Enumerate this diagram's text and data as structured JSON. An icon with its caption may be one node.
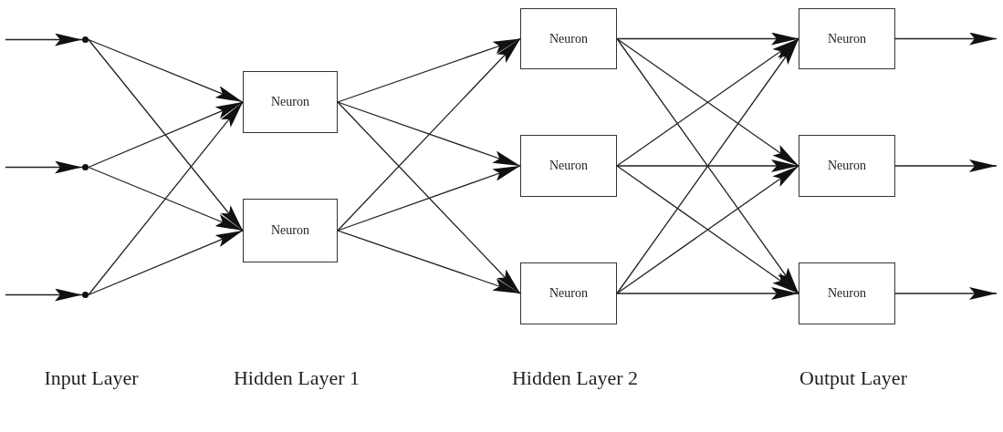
{
  "diagram": {
    "nodes": [
      {
        "text": [],
        "shape": "circle"
      },
      {
        "text": [],
        "shape": "circle"
      },
      {
        "text": [],
        "shape": "circle"
      },
      {
        "text": [
          "Neuron"
        ]
      },
      {
        "text": [
          "Neuron"
        ]
      },
      {
        "text": [
          "Neuron"
        ]
      },
      {
        "text": [
          "Neuron"
        ]
      },
      {
        "text": [
          "Neuron"
        ]
      },
      {
        "text": [
          "Neuron"
        ]
      },
      {
        "text": [
          "Neuron"
        ]
      },
      {
        "text": [
          "Neuron"
        ]
      }
    ],
    "edges": [
      {
        "from": null,
        "to": 0,
        "arrow": "to"
      },
      {
        "from": null,
        "to": 1,
        "arrow": "to"
      },
      {
        "from": null,
        "to": 2,
        "arrow": "to"
      },
      {
        "from": 0,
        "to": 3,
        "arrow": "to"
      },
      {
        "from": 0,
        "to": 4,
        "arrow": "to"
      },
      {
        "from": 1,
        "to": 3,
        "arrow": "to"
      },
      {
        "from": 1,
        "to": 4,
        "arrow": "to"
      },
      {
        "from": 2,
        "to": 3,
        "arrow": "to"
      },
      {
        "from": 2,
        "to": 4,
        "arrow": "to"
      },
      {
        "from": 3,
        "to": 5,
        "arrow": "to"
      },
      {
        "from": 3,
        "to": 6,
        "arrow": "to"
      },
      {
        "from": 3,
        "to": 7,
        "arrow": "to"
      },
      {
        "from": 4,
        "to": 5,
        "arrow": "to"
      },
      {
        "from": 4,
        "to": 6,
        "arrow": "to"
      },
      {
        "from": 4,
        "to": 7,
        "arrow": "to"
      },
      {
        "from": 5,
        "to": 8,
        "arrow": "to"
      },
      {
        "from": 5,
        "to": 9,
        "arrow": "to"
      },
      {
        "from": 5,
        "to": 10,
        "arrow": "to"
      },
      {
        "from": 6,
        "to": 8,
        "arrow": "to"
      },
      {
        "from": 6,
        "to": 9,
        "arrow": "to"
      },
      {
        "from": 6,
        "to": 10,
        "arrow": "to"
      },
      {
        "from": 7,
        "to": 8,
        "arrow": "to"
      },
      {
        "from": 7,
        "to": 9,
        "arrow": "to"
      },
      {
        "from": 7,
        "to": 10,
        "arrow": "to"
      },
      {
        "from": 8,
        "to": null,
        "arrow": "to"
      },
      {
        "from": 9,
        "to": null,
        "arrow": "to"
      },
      {
        "from": 10,
        "to": null,
        "arrow": "to"
      }
    ],
    "labels": [
      "Input Layer",
      "Hidden Layer 1",
      "Hidden Layer 2",
      "Output Layer"
    ]
  }
}
